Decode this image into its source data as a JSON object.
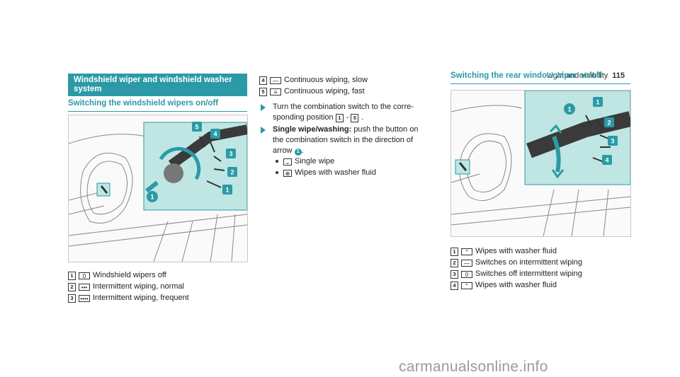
{
  "header": {
    "section": "Light and visibility",
    "page": "115"
  },
  "section_title_line1": "Windshield wiper and windshield washer",
  "section_title_line2": "system",
  "left": {
    "subtitle": "Switching the windshield wipers on/off",
    "items": [
      {
        "num": "1",
        "sym": "0",
        "text": "Windshield wipers off"
      },
      {
        "num": "2",
        "sym": "•••",
        "text": "Intermittent wiping, normal"
      },
      {
        "num": "3",
        "sym": "••••",
        "text": "Intermittent wiping, frequent"
      }
    ]
  },
  "middle": {
    "items": [
      {
        "num": "4",
        "sym": "—",
        "text": "Continuous wiping, slow"
      },
      {
        "num": "5",
        "sym": "≡",
        "text": "Continuous wiping, fast"
      }
    ],
    "step1_line1": "Turn the combination switch to the corre-",
    "step1_line2": "sponding position",
    "step1_range_start": "1",
    "step1_range_sep": "-",
    "step1_range_end": "5",
    "step1_end": ".",
    "step2_bold": "Single wipe/washing:",
    "step2_line1_rest": "push the button on",
    "step2_line2": "the combination switch in the direction of",
    "step2_line3": "arrow",
    "step2_arrow_num": "1",
    "step2_line3_end": ".",
    "sub_items": [
      {
        "icon": "wiper-single-icon",
        "text": "Single wipe"
      },
      {
        "icon": "wiper-washer-icon",
        "text": "Wipes with washer fluid"
      }
    ]
  },
  "right": {
    "subtitle": "Switching the rear window wiper on/off",
    "items": [
      {
        "num": "1",
        "sym": "⌃",
        "text": "Wipes with washer fluid"
      },
      {
        "num": "2",
        "sym": "—",
        "text": "Switches on intermittent wiping"
      },
      {
        "num": "3",
        "sym": "0",
        "text": "Switches off intermittent wiping"
      },
      {
        "num": "4",
        "sym": "⌃",
        "text": "Wipes with washer fluid"
      }
    ]
  },
  "callouts_left": [
    "1",
    "2",
    "3",
    "4",
    "5",
    "1"
  ],
  "callouts_right": [
    "1",
    "1",
    "2",
    "3",
    "4"
  ],
  "watermark": "carmanualsonline.info",
  "colors": {
    "accent": "#2b9aa6",
    "inset": "#bfe6e3"
  }
}
